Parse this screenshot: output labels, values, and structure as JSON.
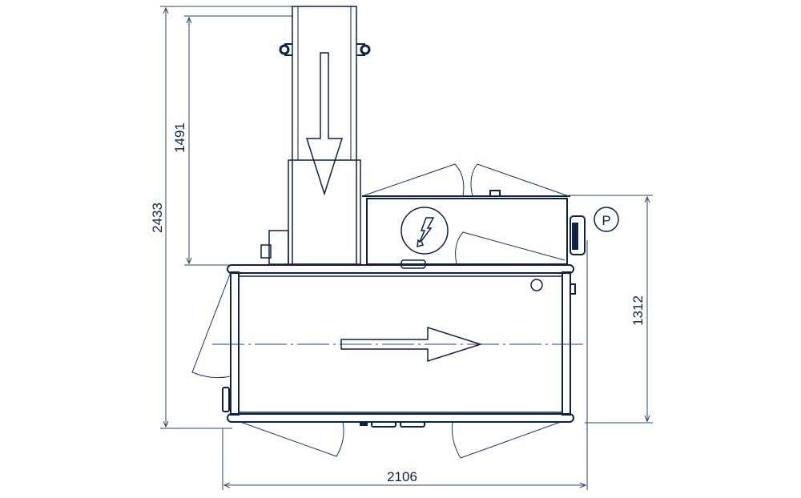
{
  "dimensions": {
    "infeed_length": "1491",
    "total_depth": "2433",
    "machine_depth": "1312",
    "total_width": "2106"
  },
  "symbols": {
    "parking_label": "P",
    "electrical_icon": "lightning-bolt-icon",
    "flow_direction_icon": "arrow-icon"
  },
  "colors": {
    "line": "#0d2244"
  }
}
